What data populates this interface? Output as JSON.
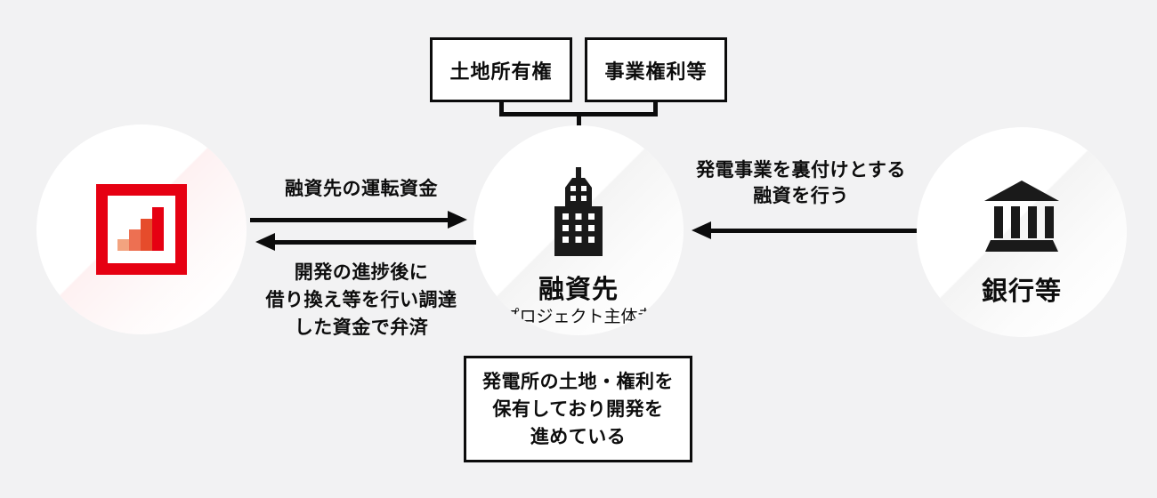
{
  "colors": {
    "background": "#f2f2f3",
    "line": "#0c0c0c",
    "icon": "#1a1a1a",
    "logo_red": "#e60012",
    "logo_bars": [
      "#f3a37f",
      "#ed7052",
      "#e64c2b",
      "#e60012"
    ]
  },
  "asset_boxes": [
    {
      "label": "土地所有権"
    },
    {
      "label": "事業権利等"
    }
  ],
  "nodes": {
    "left": {
      "icon": "bar-chart-logo"
    },
    "center": {
      "title": "融資先",
      "subtitle": "（プロジェクト主体者）",
      "icon": "building-icon"
    },
    "right": {
      "title": "銀行等",
      "icon": "bank-icon"
    }
  },
  "flows": {
    "left_to_center": {
      "label": "融資先の運転資金",
      "direction": "right"
    },
    "center_to_left": {
      "lines": [
        "開発の進捗後に",
        "借り換え等を行い調達",
        "した資金で弁済"
      ],
      "direction": "left"
    },
    "bank_to_center": {
      "lines": [
        "発電事業を裏付けとする",
        "融資を行う"
      ],
      "direction": "left"
    }
  },
  "note": {
    "lines": [
      "発電所の土地・権利を",
      "保有しており開発を",
      "進めている"
    ]
  }
}
